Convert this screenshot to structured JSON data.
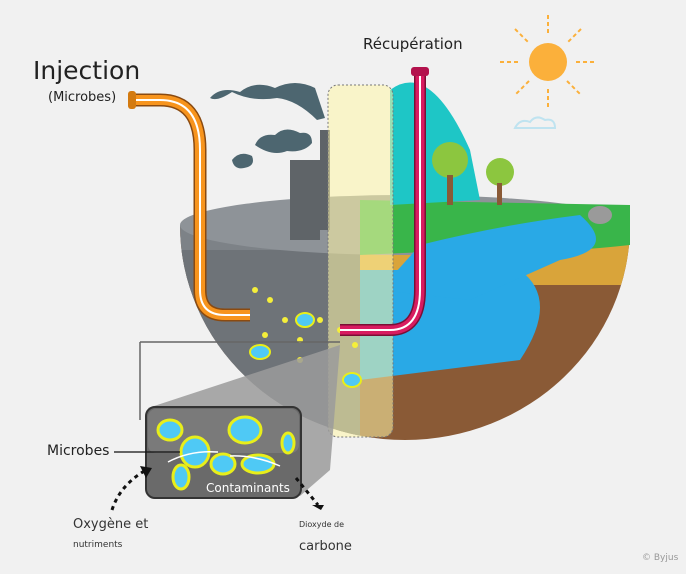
{
  "labels": {
    "injection": "Injection",
    "injection_sub": "(Microbes)",
    "recovery": "Récupération",
    "microbes": "Microbes",
    "contaminants": "Contaminants",
    "oxygen_line1": "Oxygène et",
    "oxygen_line2": "nutriments",
    "co2_line1": "Dioxyde de",
    "co2_line2": "carbone",
    "credit": "© Byjus"
  },
  "colors": {
    "background": "#f1f1f1",
    "injection_pipe": "#f7941d",
    "recovery_pipe": "#d81b60",
    "microbe_fill": "#4fc9f5",
    "microbe_outline": "#e8ee1a",
    "zoom_box": "#5f5f5f",
    "polluted_ground": "#7d8287",
    "soil": "#8a5a36",
    "water": "#29a9e6",
    "grass": "#39b54a",
    "sun": "#fbb03b"
  }
}
